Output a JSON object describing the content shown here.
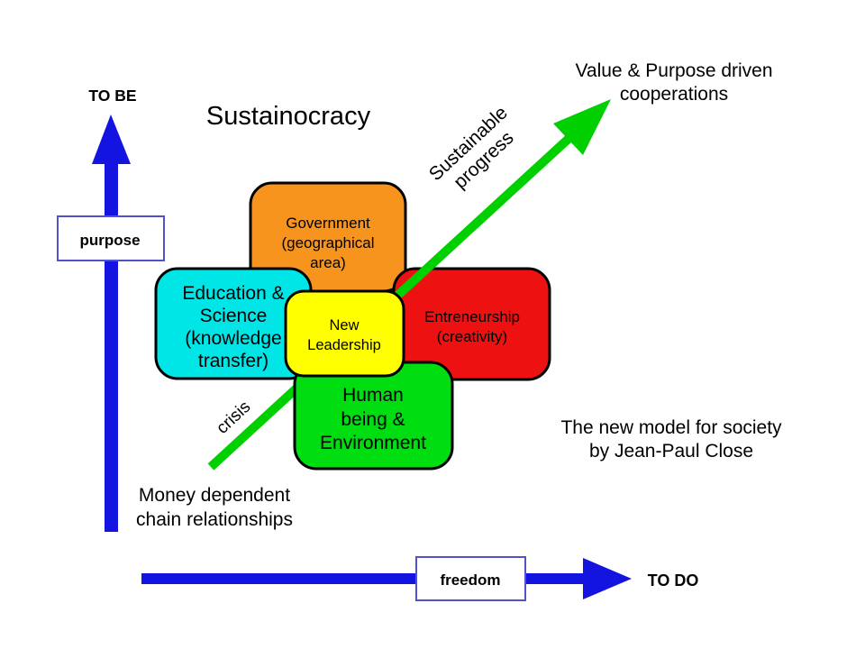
{
  "title": "Sustainocracy",
  "credit": {
    "line1": "The new model for society",
    "line2": "by Jean-Paul Close"
  },
  "axes": {
    "y_label": "TO BE",
    "x_label": "TO DO",
    "y_tag": "purpose",
    "x_tag": "freedom",
    "color": "#1414e0",
    "tag_border": "#5252c8"
  },
  "progress_arrow": {
    "color": "#00cf00",
    "upper_label_line1": "Sustainable",
    "upper_label_line2": "progress",
    "lower_label": "crisis"
  },
  "endpoints": {
    "origin_line1": "Money dependent",
    "origin_line2": "chain relationships",
    "target_line1": "Value & Purpose driven",
    "target_line2": "cooperations"
  },
  "boxes": {
    "government": {
      "line1": "Government",
      "line2": "(geographical",
      "line3": "area)",
      "color": "#f7941e"
    },
    "education": {
      "line1": "Education &",
      "line2": "Science",
      "line3": "(knowledge",
      "line4": "transfer)",
      "color": "#00e6e6"
    },
    "entrepreneurship": {
      "line1": "Entreneurship",
      "line2": "(creativity)",
      "color": "#ee1111"
    },
    "human": {
      "line1": "Human",
      "line2": "being &",
      "line3": "Environment",
      "color": "#00dd11"
    },
    "leadership": {
      "line1": "New",
      "line2": "Leadership",
      "color": "#ffff00"
    }
  }
}
